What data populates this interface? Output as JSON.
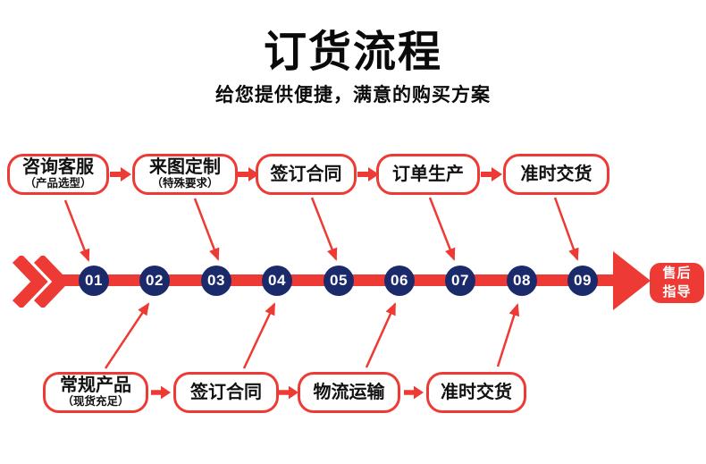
{
  "header": {
    "title": "订货流程",
    "subtitle": "给您提供便捷，满意的购买方案"
  },
  "top_steps": [
    {
      "label": "咨询客服",
      "sub": "（产品选型）"
    },
    {
      "label": "来图定制",
      "sub": "（特殊要求）"
    },
    {
      "label": "签订合同"
    },
    {
      "label": "订单生产"
    },
    {
      "label": "准时交货"
    }
  ],
  "bottom_steps": [
    {
      "label": "常规产品",
      "sub": "（现货充足）"
    },
    {
      "label": "签订合同"
    },
    {
      "label": "物流运输"
    },
    {
      "label": "准时交货"
    }
  ],
  "timeline": {
    "numbers": [
      "01",
      "02",
      "03",
      "04",
      "05",
      "06",
      "07",
      "08",
      "09"
    ],
    "end_label_line1": "售后",
    "end_label_line2": "指导"
  },
  "colors": {
    "accent_red": "#ee3a34",
    "navy": "#1b2a6b",
    "text_black": "#0a0a0a"
  }
}
